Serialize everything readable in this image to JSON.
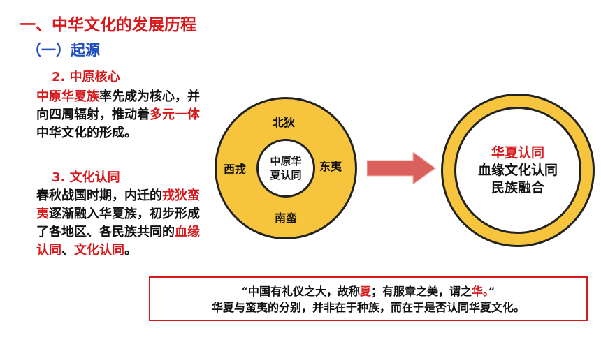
{
  "heading": {
    "title": "一、中华文化的发展历程",
    "subtitle": "（一）起源"
  },
  "section2": {
    "title": "2. 中原核心",
    "text": [
      {
        "t": "中原华夏族",
        "red": true
      },
      {
        "t": "率先成为核心，并向四周辐射，推动着",
        "red": false
      },
      {
        "t": "多元一体",
        "red": true
      },
      {
        "t": "中华文化的形成。",
        "red": false
      }
    ]
  },
  "section3": {
    "title": "3. 文化认同",
    "text": [
      {
        "t": "春秋战国时期，内迁的",
        "red": false
      },
      {
        "t": "戎狄蛮夷",
        "red": true
      },
      {
        "t": "逐渐融入华夏族，初步形成了各地区、各民族共同的",
        "red": false
      },
      {
        "t": "血缘认同",
        "red": true
      },
      {
        "t": "、",
        "red": false
      },
      {
        "t": "文化认同",
        "red": true
      },
      {
        "t": "。",
        "red": false
      }
    ]
  },
  "diagram_left": {
    "center_line1": "中原华",
    "center_line2": "夏认同",
    "north": "北狄",
    "west": "西戎",
    "east": "东夷",
    "south": "南蛮"
  },
  "diagram_right": {
    "line1": "华夏认同",
    "line2": "血缘文化认同",
    "line3": "民族融合"
  },
  "quote": {
    "line1": [
      {
        "t": "“中国有礼仪之大，故称",
        "red": false
      },
      {
        "t": "夏",
        "red": true
      },
      {
        "t": "；有服章之美，谓之",
        "red": false
      },
      {
        "t": "华。",
        "red": true
      },
      {
        "t": "”",
        "red": false
      }
    ],
    "line2": "华夏与蛮夷的分别，并非在于种族，而在于是否认同华夏文化。"
  },
  "colors": {
    "accent_red": "#d7191c",
    "heading_blue": "#1f4fbf",
    "ring_yellow": "#f6c43d",
    "arrow_red": "#d9605c"
  }
}
